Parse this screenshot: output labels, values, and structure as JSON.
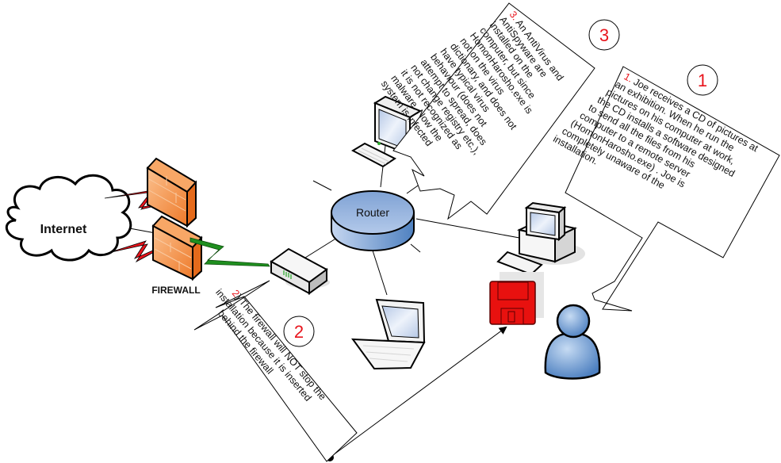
{
  "nodes": {
    "internet": {
      "label": "Internet"
    },
    "firewall": {
      "label": "FIREWALL"
    },
    "router": {
      "label": "Router"
    },
    "modem": {
      "label": ""
    },
    "workstation_top": {
      "label": ""
    },
    "workstation_joe": {
      "label": ""
    },
    "laptop": {
      "label": ""
    },
    "floppy_cd": {
      "label": ""
    },
    "user_joe": {
      "label": ""
    }
  },
  "step_markers": [
    {
      "id": "1",
      "label": "1"
    },
    {
      "id": "2",
      "label": "2"
    },
    {
      "id": "3",
      "label": "3"
    }
  ],
  "callouts": {
    "step1": {
      "prefix": "1.",
      "lines": [
        " Joe receives a CD of pictures at",
        "an exhibition. When he run the",
        "pictures on his computer at work,",
        "the CD installs a software designed",
        "to send all the files from his",
        "computer to a remote server",
        "(HomonHarosho.exe) . Joe is",
        "completely unaware of the",
        "installation."
      ]
    },
    "step2": {
      "prefix": "2",
      "lines": [
        ") The firewall will NOT stop the",
        "installation because it is inserted",
        "behind the firewall"
      ]
    },
    "step3": {
      "prefix": "3.",
      "lines": [
        " An AntiVirus and",
        "AntiSpyware are",
        "installed on the",
        "computer, but since",
        "HomonHarosho.exe is",
        "not on the virus",
        "dictionary, and does not",
        "have typical virus",
        "behaviour (does not",
        "attempt to spread, does",
        "not change registry etc.),",
        "it is not recognized as",
        "malware. Now the",
        "system is infected"
      ]
    }
  },
  "colors": {
    "accent_red": "#e8141c",
    "firewall_orange": "#f28a3a",
    "router_blue": "#8fb0dc",
    "user_blue": "#5b8fcf",
    "floppy_red": "#e8110f",
    "link_green": "#1f8f1f",
    "attack_red": "#e8141c"
  }
}
